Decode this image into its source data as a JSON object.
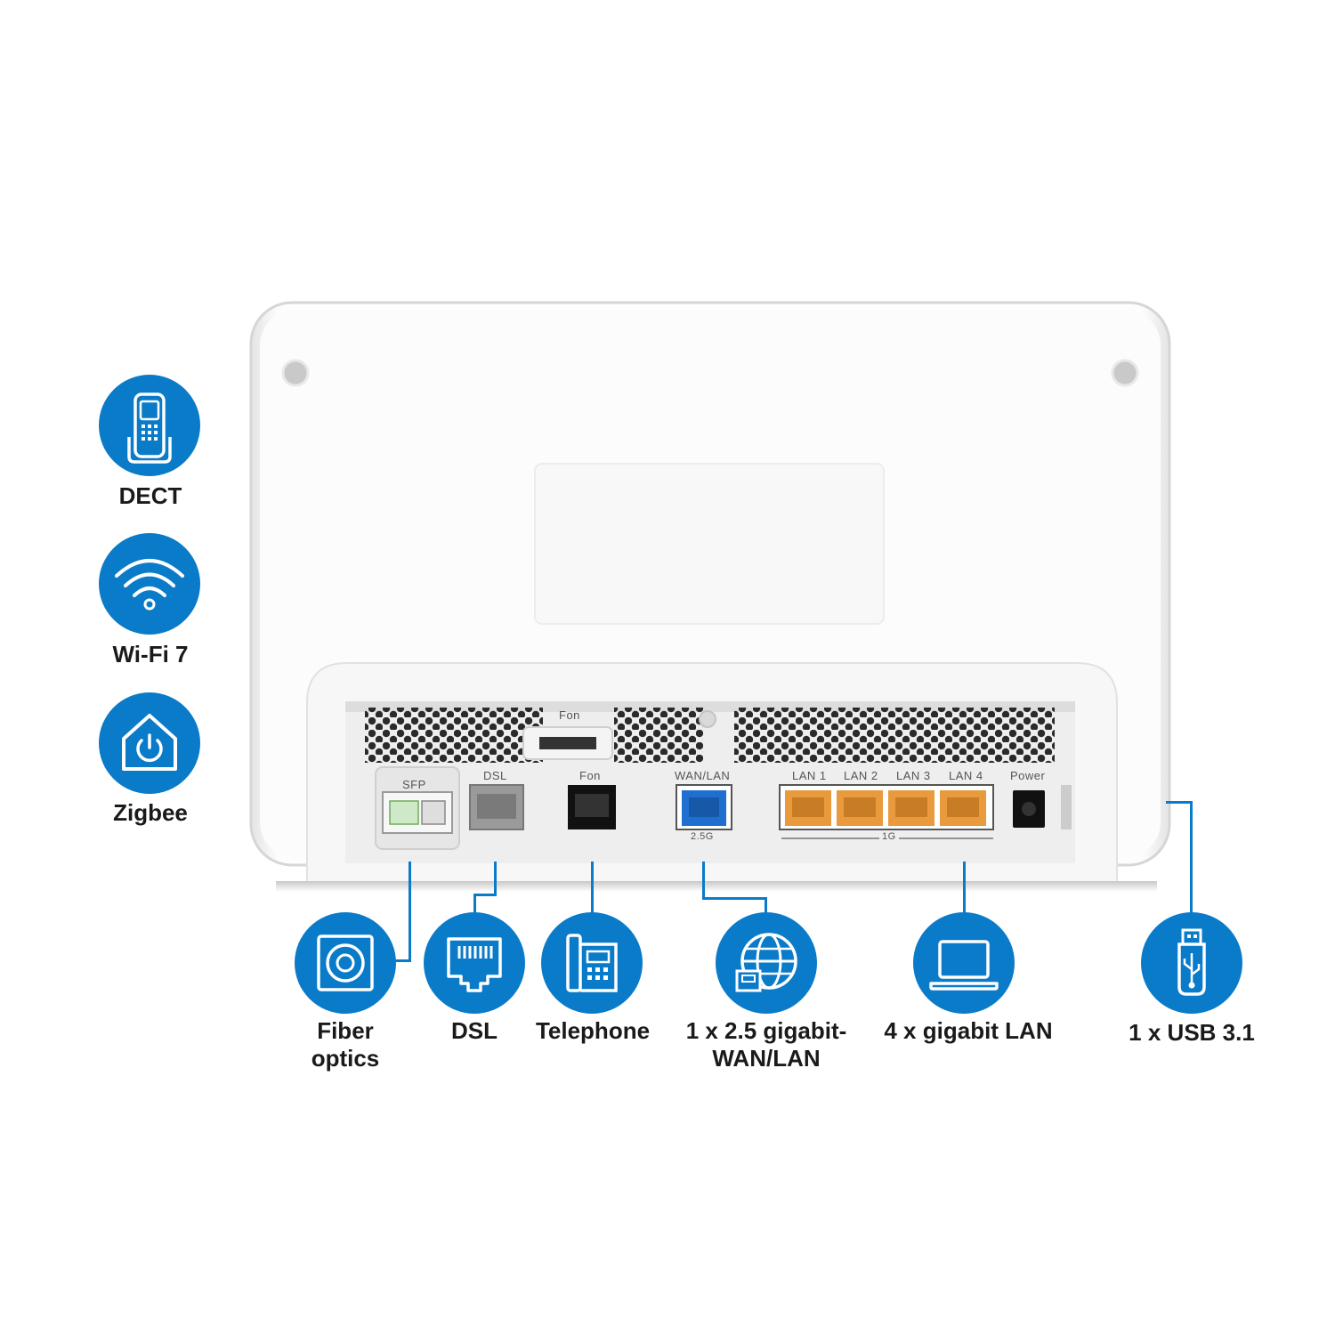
{
  "side_features": [
    {
      "name": "DECT",
      "icon": "cordless-phone-icon"
    },
    {
      "name": "Wi-Fi 7",
      "icon": "wifi-icon"
    },
    {
      "name": "Zigbee",
      "icon": "smart-home-icon"
    }
  ],
  "router_labels": {
    "fon_top": "Fon",
    "sfp": "SFP",
    "dsl": "DSL",
    "fon": "Fon",
    "wan_lan": "WAN/LAN",
    "wan_speed": "2.5G",
    "lan1": "LAN 1",
    "lan2": "LAN 2",
    "lan3": "LAN 3",
    "lan4": "LAN 4",
    "lan_speed": "1G",
    "power": "Power"
  },
  "bottom_features": [
    {
      "line1": "Fiber",
      "line2": "optics",
      "icon": "fiber-optic-icon"
    },
    {
      "line1": "DSL",
      "line2": "",
      "icon": "dsl-port-icon"
    },
    {
      "line1": "Telephone",
      "line2": "",
      "icon": "telephone-icon"
    },
    {
      "line1": "1 x 2.5 gigabit-",
      "line2": "WAN/LAN",
      "icon": "globe-network-icon"
    },
    {
      "line1": "4 x gigabit LAN",
      "line2": "",
      "icon": "laptop-icon"
    },
    {
      "line1": "1 x USB 3.1",
      "line2": "",
      "icon": "usb-icon"
    }
  ],
  "colors": {
    "accent_blue": "#0a7bc9",
    "lan_orange": "#e89a3c",
    "wan_blue": "#1f6fd1",
    "router_white": "#fbfbfb"
  }
}
